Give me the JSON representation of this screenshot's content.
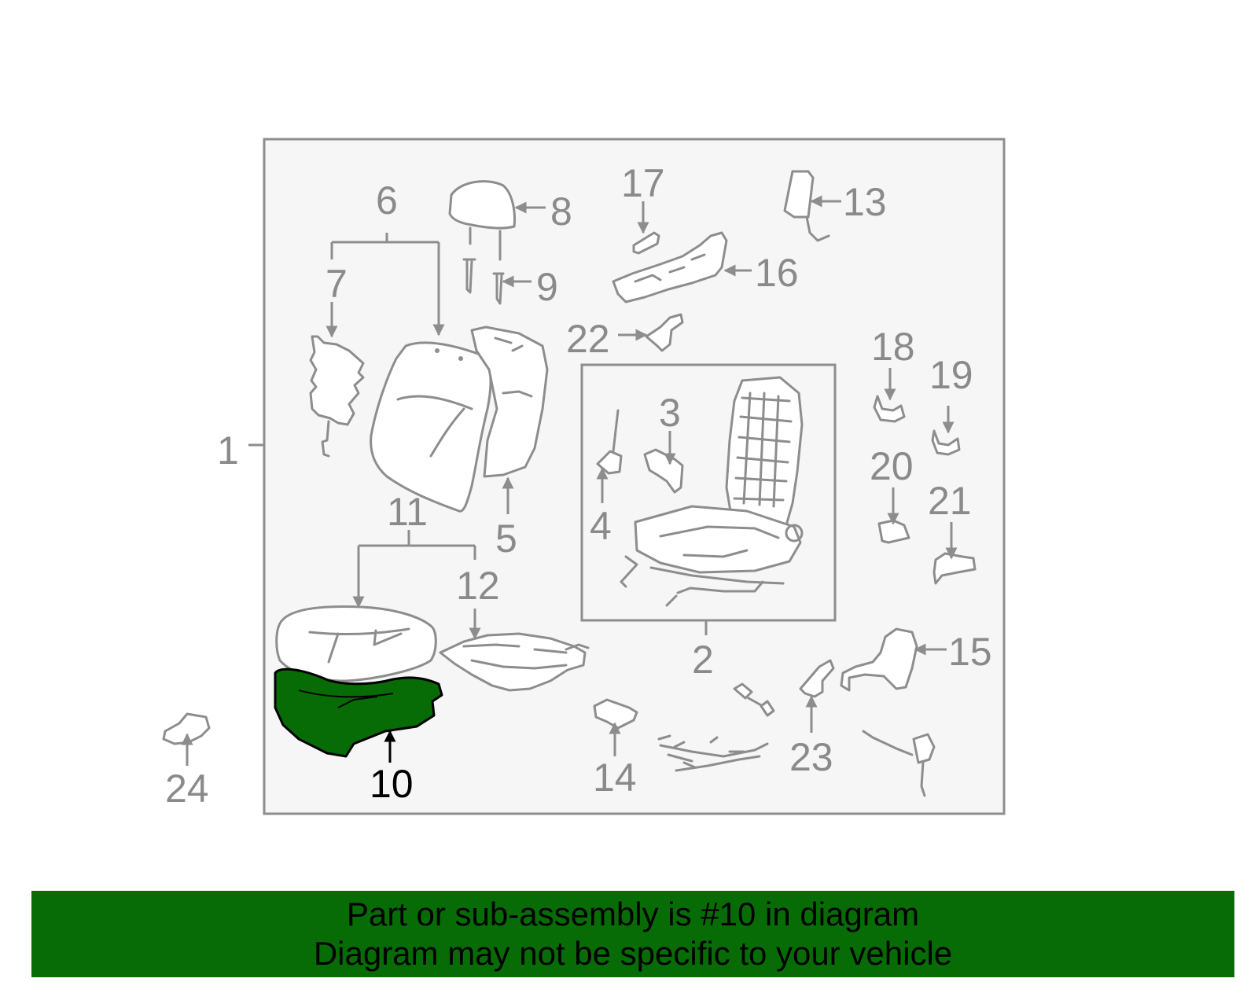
{
  "diagram": {
    "colors": {
      "frame_border": "#8d8d8d",
      "frame_fill": "#f6f6f6",
      "part_outline": "#8d8d8d",
      "callout_text": "#8a8a8a",
      "highlight_fill": "#076b06",
      "highlight_text": "#000000"
    },
    "highlighted_part": "10",
    "callouts": {
      "c1": "1",
      "c2": "2",
      "c3": "3",
      "c4": "4",
      "c5": "5",
      "c6": "6",
      "c7": "7",
      "c8": "8",
      "c9": "9",
      "c10": "10",
      "c11": "11",
      "c12": "12",
      "c13": "13",
      "c14": "14",
      "c15": "15",
      "c16": "16",
      "c17": "17",
      "c18": "18",
      "c19": "19",
      "c20": "20",
      "c21": "21",
      "c22": "22",
      "c23": "23",
      "c24": "24"
    }
  },
  "footer": {
    "background": "#076b06",
    "line1": "Part or sub-assembly is #10 in diagram",
    "line2": "Diagram may not be specific to your vehicle"
  }
}
